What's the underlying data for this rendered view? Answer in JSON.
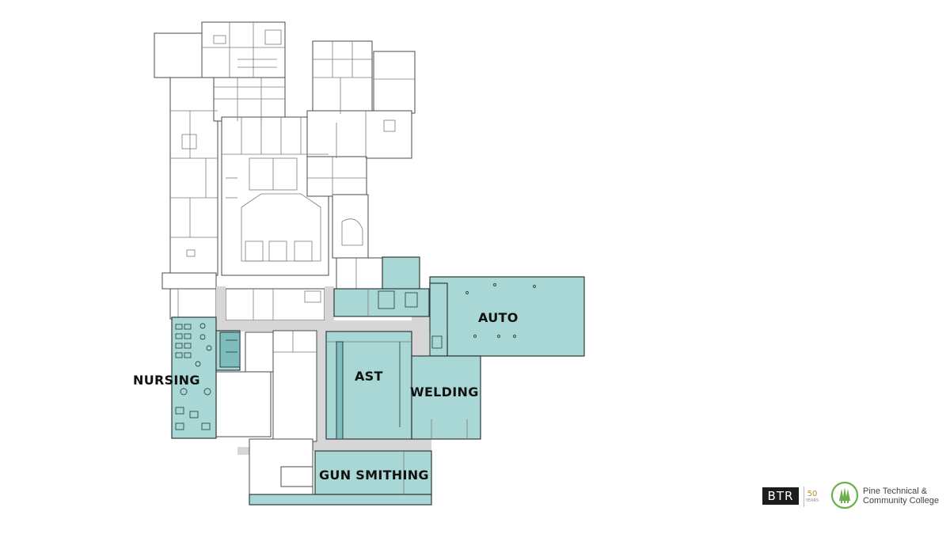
{
  "areas": [
    {
      "id": "nursing",
      "label": "NURSING"
    },
    {
      "id": "auto",
      "label": "AUTO"
    },
    {
      "id": "ast",
      "label": "AST"
    },
    {
      "id": "welding",
      "label": "WELDING"
    },
    {
      "id": "gun-smithing",
      "label": "GUN SMITHING"
    }
  ],
  "logos": {
    "btr": "BTR",
    "btr_years": "50",
    "btr_years_sub": "YEARS",
    "college_line1": "Pine Technical &",
    "college_line2": "Community College"
  },
  "colors": {
    "highlight_zone": "#a9d7d6",
    "corridor": "#d6d6d6",
    "college_green": "#6ab04c"
  }
}
